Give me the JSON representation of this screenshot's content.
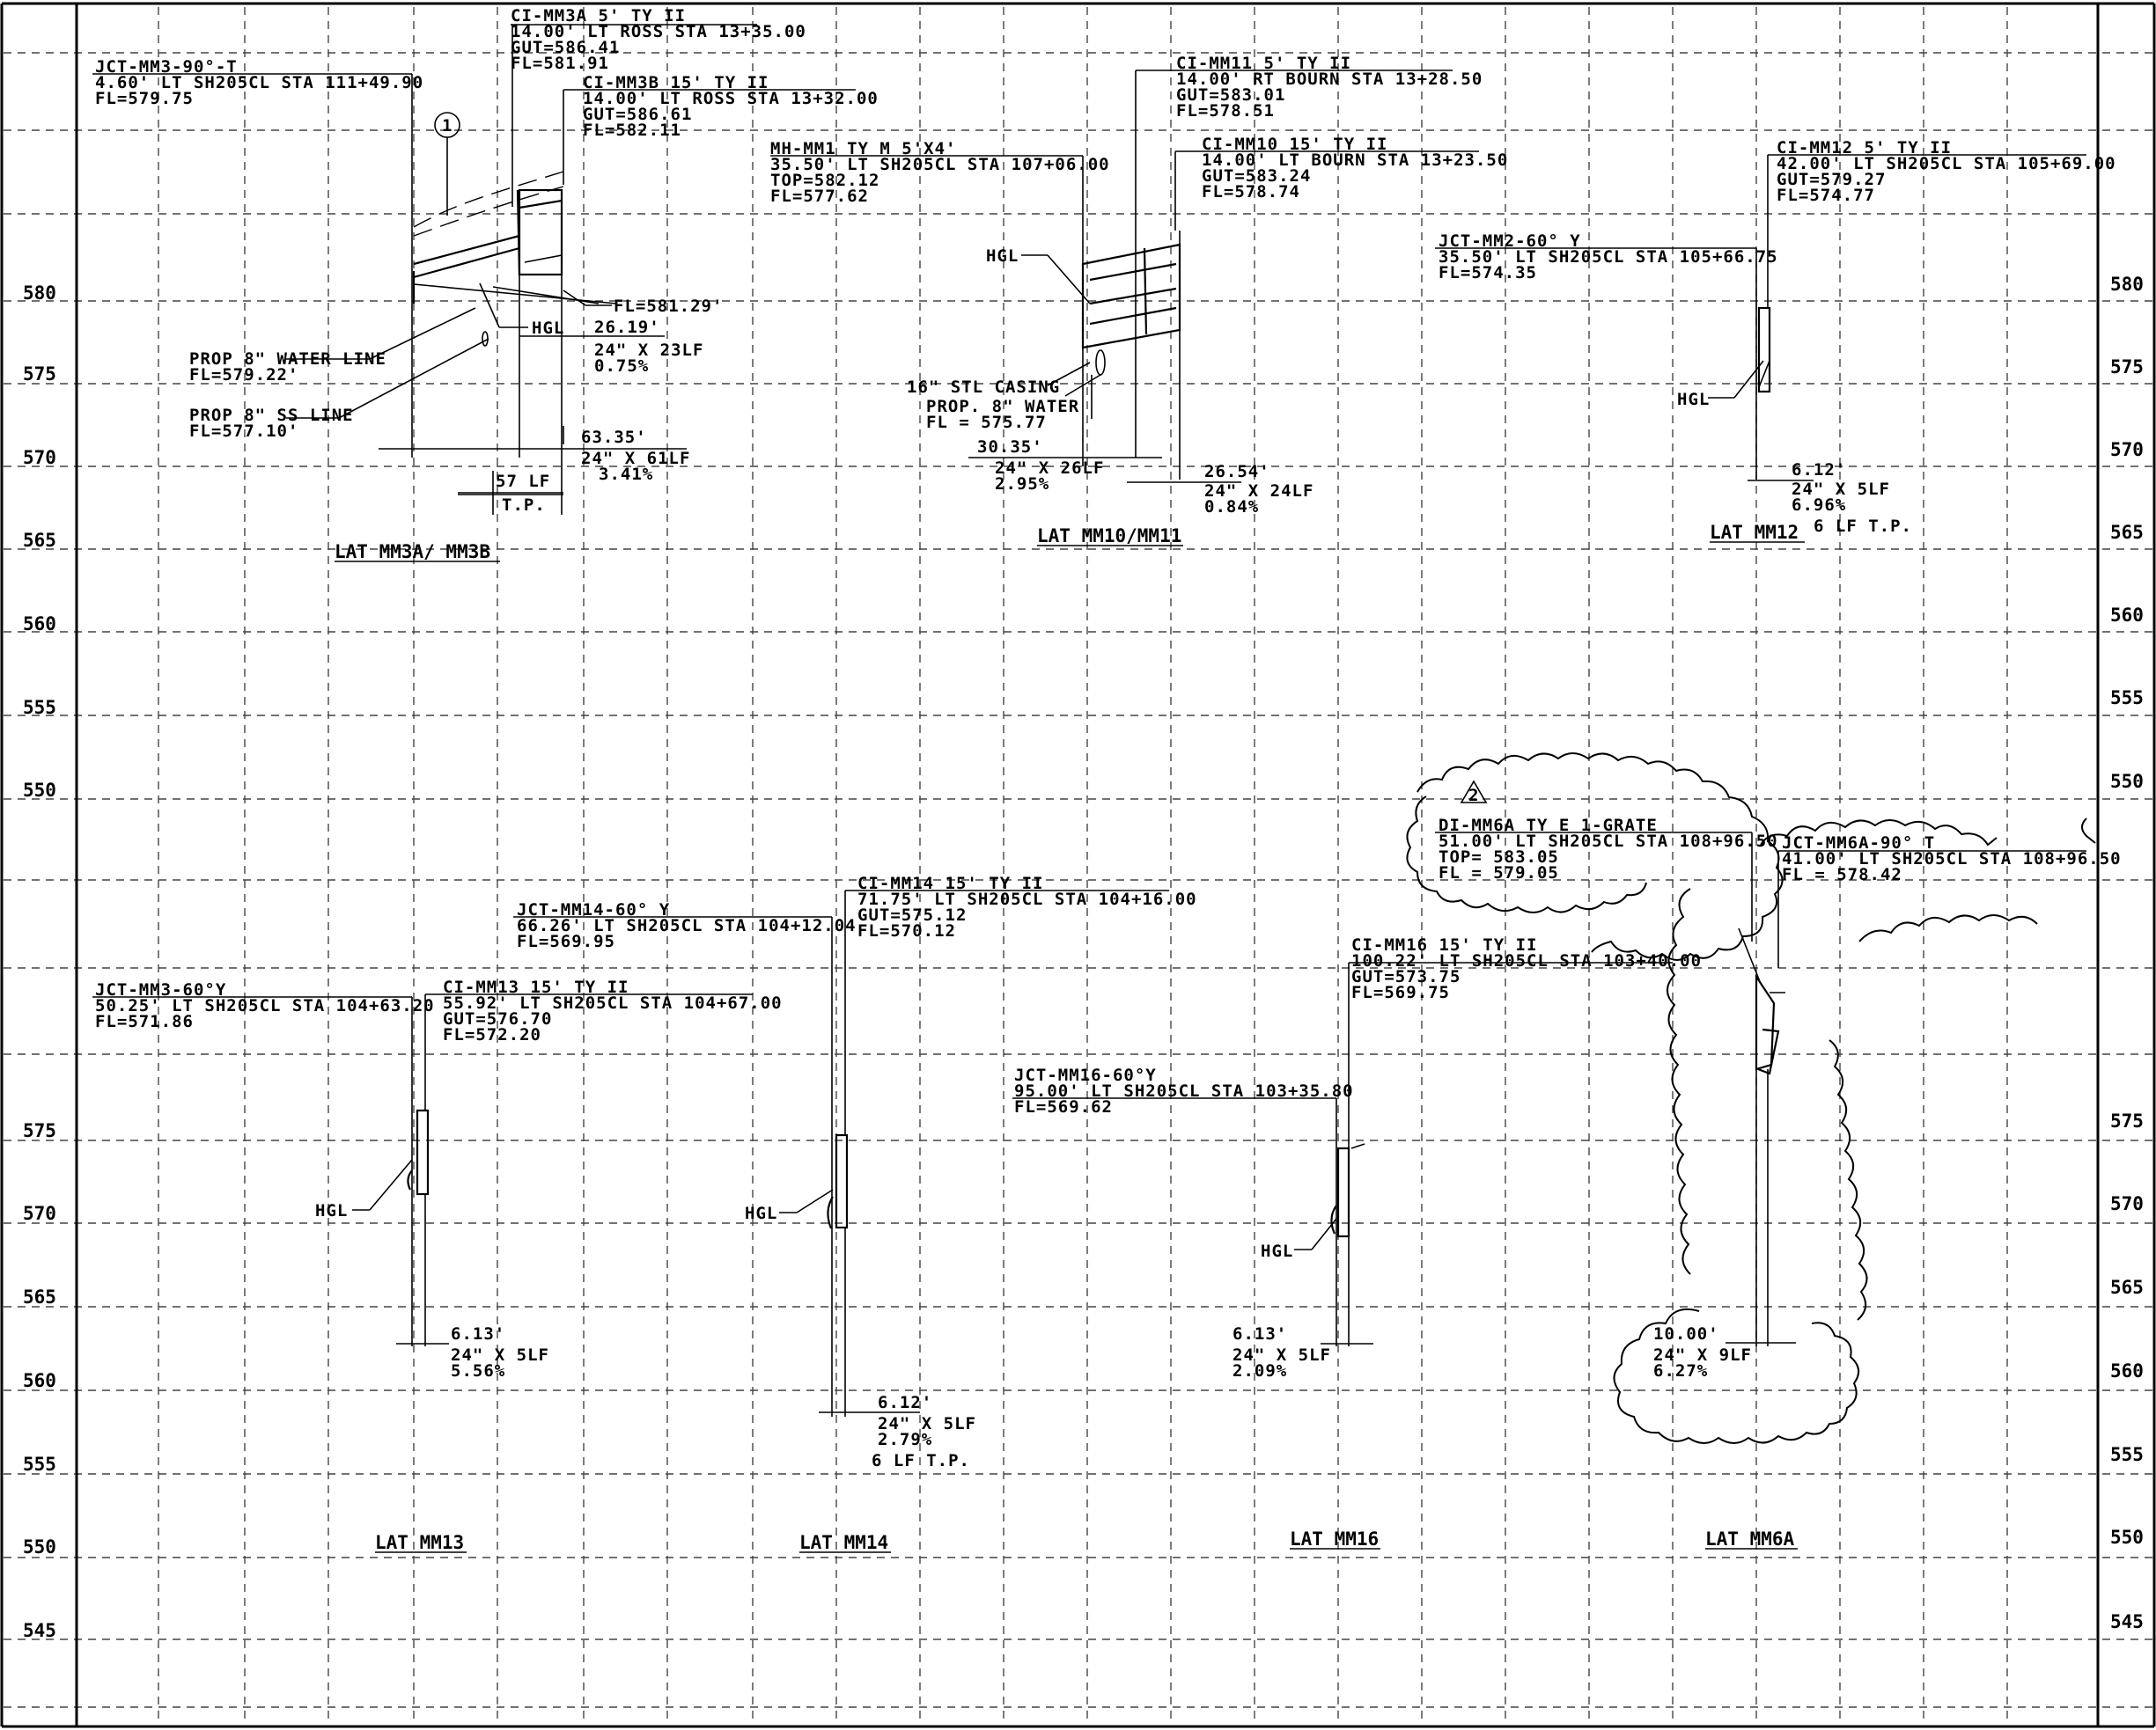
{
  "elevations": {
    "top_left": [
      "580",
      "575",
      "570",
      "565",
      "560",
      "555",
      "550"
    ],
    "top_right": [
      "580",
      "575",
      "570",
      "565",
      "560",
      "555",
      "550"
    ],
    "bottom_left": [
      "575",
      "570",
      "565",
      "560",
      "555",
      "550",
      "545"
    ],
    "bottom_right": [
      "575",
      "570",
      "565",
      "560",
      "555",
      "550",
      "545"
    ]
  },
  "profiles": {
    "mm3a": {
      "title": "LAT MM3A/ MM3B",
      "ci_a": [
        "CI-MM3A 5' TY II",
        "14.00' LT ROSS STA 13+35.00",
        "GUT=586.41",
        "FL=581.91"
      ],
      "ci_b": [
        "CI-MM3B 15' TY II",
        "14.00' LT ROSS STA 13+32.00",
        "GUT=586.61",
        "FL=582.11"
      ],
      "jct": [
        "JCT-MM3-90°-T",
        "4.60' LT SH205CL STA 111+49.90",
        "FL=579.75"
      ],
      "fl": "FL=581.29'",
      "hgl": "HGL",
      "seg1": [
        "26.19'",
        "24\" X 23LF",
        "0.75%"
      ],
      "water": [
        "PROP 8\" WATER LINE",
        "FL=579.22'"
      ],
      "ss": [
        "PROP 8\" SS LINE",
        "FL=577.10'"
      ],
      "seg2": [
        "63.35'",
        "24\" X 61LF",
        "3.41%"
      ],
      "tp": [
        "57 LF",
        "T.P."
      ],
      "tag": "1"
    },
    "mm10": {
      "title": "LAT MM10/MM11",
      "ci11": [
        "CI-MM11 5' TY II",
        "14.00' RT BOURN STA 13+28.50",
        "GUT=583.01",
        "FL=578.51"
      ],
      "ci10": [
        "CI-MM10 15' TY II",
        "14.00' LT BOURN STA 13+23.50",
        "GUT=583.24",
        "FL=578.74"
      ],
      "mh": [
        "MH-MM1 TY M 5'X4'",
        "35.50' LT SH205CL STA 107+06.00",
        "TOP=582.12",
        "FL=577.62"
      ],
      "hgl": "HGL",
      "casing": [
        "16\" STL CASING",
        "PROP. 8\" WATER",
        "FL = 575.77"
      ],
      "seg1": [
        "30.35'",
        "24\" X 26LF",
        "2.95%"
      ],
      "seg2": [
        "26.54'",
        "24\" X 24LF",
        "0.84%"
      ]
    },
    "mm12": {
      "title": "LAT MM12",
      "ci": [
        "CI-MM12 5' TY II",
        "42.00' LT SH205CL STA 105+69.00",
        "GUT=579.27",
        "FL=574.77"
      ],
      "jct": [
        "JCT-MM2-60° Y",
        "35.50' LT SH205CL STA 105+66.75",
        "FL=574.35"
      ],
      "hgl": "HGL",
      "seg": [
        "6.12'",
        "24\" X 5LF",
        "6.96%",
        "6 LF T.P."
      ]
    },
    "mm13": {
      "title": "LAT MM13",
      "jct": [
        "JCT-MM3-60°Y",
        "50.25' LT SH205CL STA 104+63.20",
        "FL=571.86"
      ],
      "ci": [
        "CI-MM13 15' TY II",
        "55.92' LT SH205CL STA 104+67.00",
        "GUT=576.70",
        "FL=572.20"
      ],
      "hgl": "HGL",
      "seg": [
        "6.13'",
        "24\" X 5LF",
        "5.56%"
      ]
    },
    "mm14": {
      "title": "LAT MM14",
      "jct": [
        "JCT-MM14-60° Y",
        "66.26' LT SH205CL STA 104+12.04",
        "FL=569.95"
      ],
      "ci": [
        "CI-MM14 15' TY II",
        "71.75' LT SH205CL STA 104+16.00",
        "GUT=575.12",
        "FL=570.12"
      ],
      "hgl": "HGL",
      "seg": [
        "6.12'",
        "24\" X 5LF",
        "2.79%",
        "6 LF T.P."
      ]
    },
    "mm16": {
      "title": "LAT MM16",
      "ci": [
        "CI-MM16 15' TY II",
        "100.22' LT SH205CL STA 103+40.00",
        "GUT=573.75",
        "FL=569.75"
      ],
      "jct": [
        "JCT-MM16-60°Y",
        "95.00' LT SH205CL STA 103+35.80",
        "FL=569.62"
      ],
      "hgl": "HGL",
      "seg": [
        "6.13'",
        "24\" X 5LF",
        "2.09%"
      ]
    },
    "mm6a": {
      "title": "LAT MM6A",
      "di": [
        "DI-MM6A TY E 1-GRATE",
        "51.00' LT SH205CL STA 108+96.50",
        "TOP= 583.05",
        "FL = 579.05"
      ],
      "jct": [
        "JCT-MM6A-90° T",
        "41.00' LT SH205CL STA 108+96.50",
        "FL = 578.42"
      ],
      "seg": [
        "10.00'",
        "24\" X 9LF",
        "6.27%"
      ],
      "revision": "2"
    }
  }
}
